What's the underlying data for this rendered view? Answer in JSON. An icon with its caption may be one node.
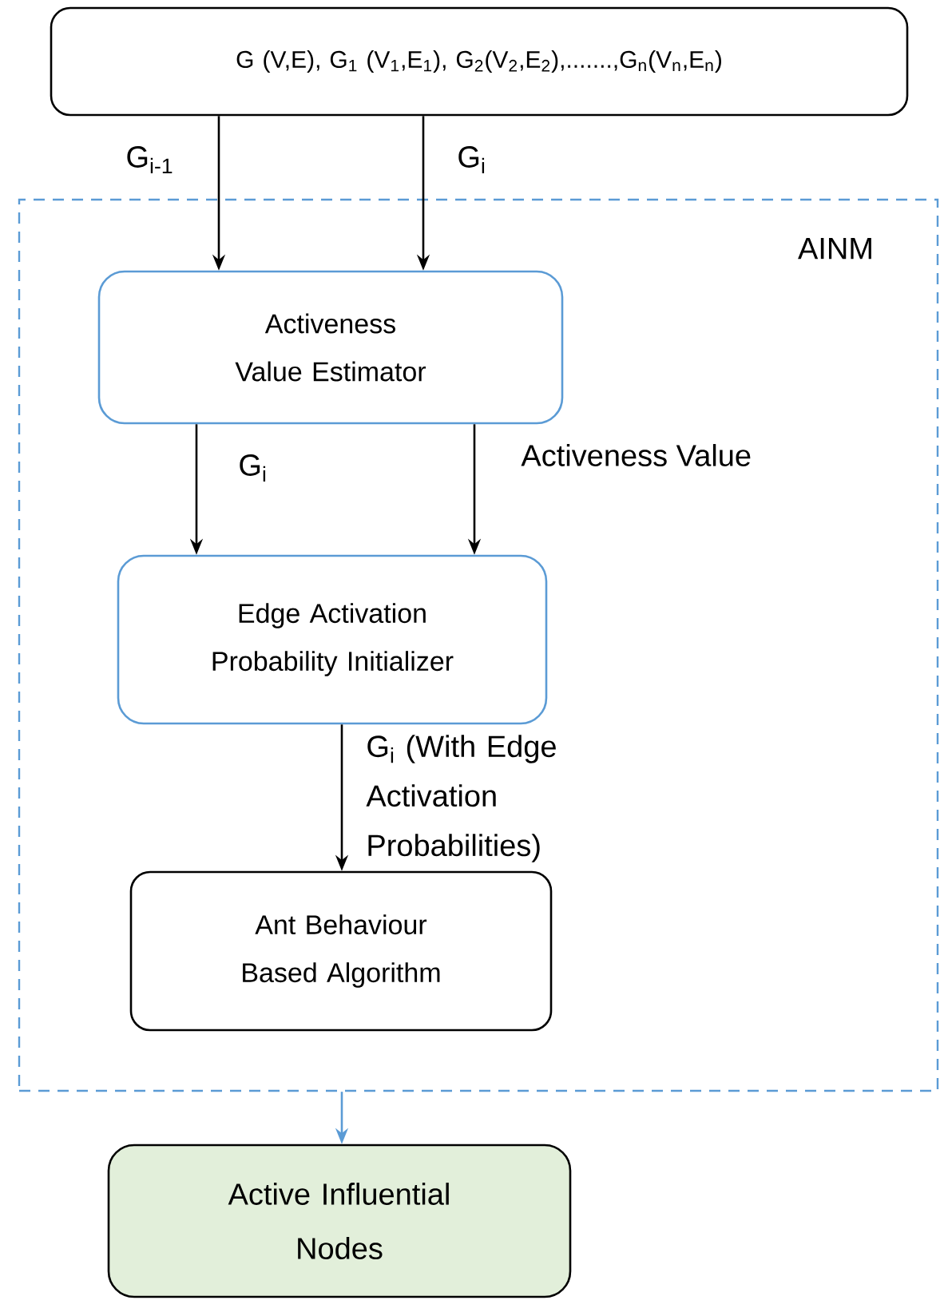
{
  "diagram": {
    "nodes": [
      {
        "text": [
          "G (V,E), G$_{1}$ (V$_{1}$,E$_{1}$), G$_{2}$(V$_{2}$,E$_{2}$),.......,G$_{n}$(V$_{n}$,E$_{n}$)"
        ]
      },
      {
        "text": [
          "AINM"
        ]
      },
      {
        "text": [
          "Activeness Value Estimator"
        ],
        "in": 1
      },
      {
        "text": [
          "Edge Activation Probability Initializer"
        ],
        "in": 1
      },
      {
        "text": [
          "Ant Behaviour Based Algorithm"
        ],
        "in": 1
      },
      {
        "text": [
          "Active Influential Nodes"
        ]
      }
    ],
    "edges": [
      {
        "from": 0,
        "to": 2,
        "arrow": "to",
        "label": "G$_{i-1}$"
      },
      {
        "from": 0,
        "to": 2,
        "arrow": "to",
        "label": "G$_{i}$"
      },
      {
        "from": 2,
        "to": 3,
        "arrow": "to",
        "label": "G$_{i}$"
      },
      {
        "from": 2,
        "to": 3,
        "arrow": "to",
        "label": "Activeness Value"
      },
      {
        "from": 3,
        "to": 4,
        "arrow": "to",
        "label": "G$_{i}$ (With Edge Activation Probabilities)"
      },
      {
        "from": 1,
        "to": 5,
        "arrow": "to",
        "color": "#5b9bd5"
      }
    ]
  }
}
